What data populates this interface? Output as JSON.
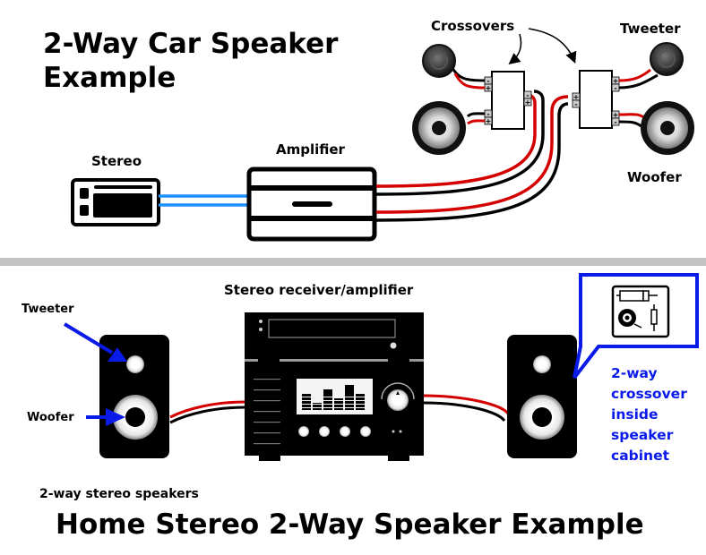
{
  "car": {
    "title_line1": "2-Way Car Speaker",
    "title_line2": "Example",
    "labels": {
      "stereo": "Stereo",
      "amplifier": "Amplifier",
      "crossovers": "Crossovers",
      "tweeter": "Tweeter",
      "woofer": "Woofer"
    },
    "terminals": {
      "plus": "+",
      "minus": "-"
    }
  },
  "home": {
    "title": "Home Stereo 2-Way Speaker Example",
    "labels": {
      "receiver": "Stereo receiver/amplifier",
      "tweeter": "Tweeter",
      "woofer": "Woofer",
      "speakers": "2-way stereo speakers"
    },
    "callout": {
      "line1": "2-way",
      "line2": "crossover",
      "line3": "inside",
      "line4": "speaker",
      "line5": "cabinet"
    }
  },
  "colors": {
    "wire_positive": "#d40000",
    "wire_negative": "#000000",
    "signal_cable": "#1a90ff",
    "annotation_blue": "#0a1ae8",
    "divider": "#c2c2c2"
  }
}
